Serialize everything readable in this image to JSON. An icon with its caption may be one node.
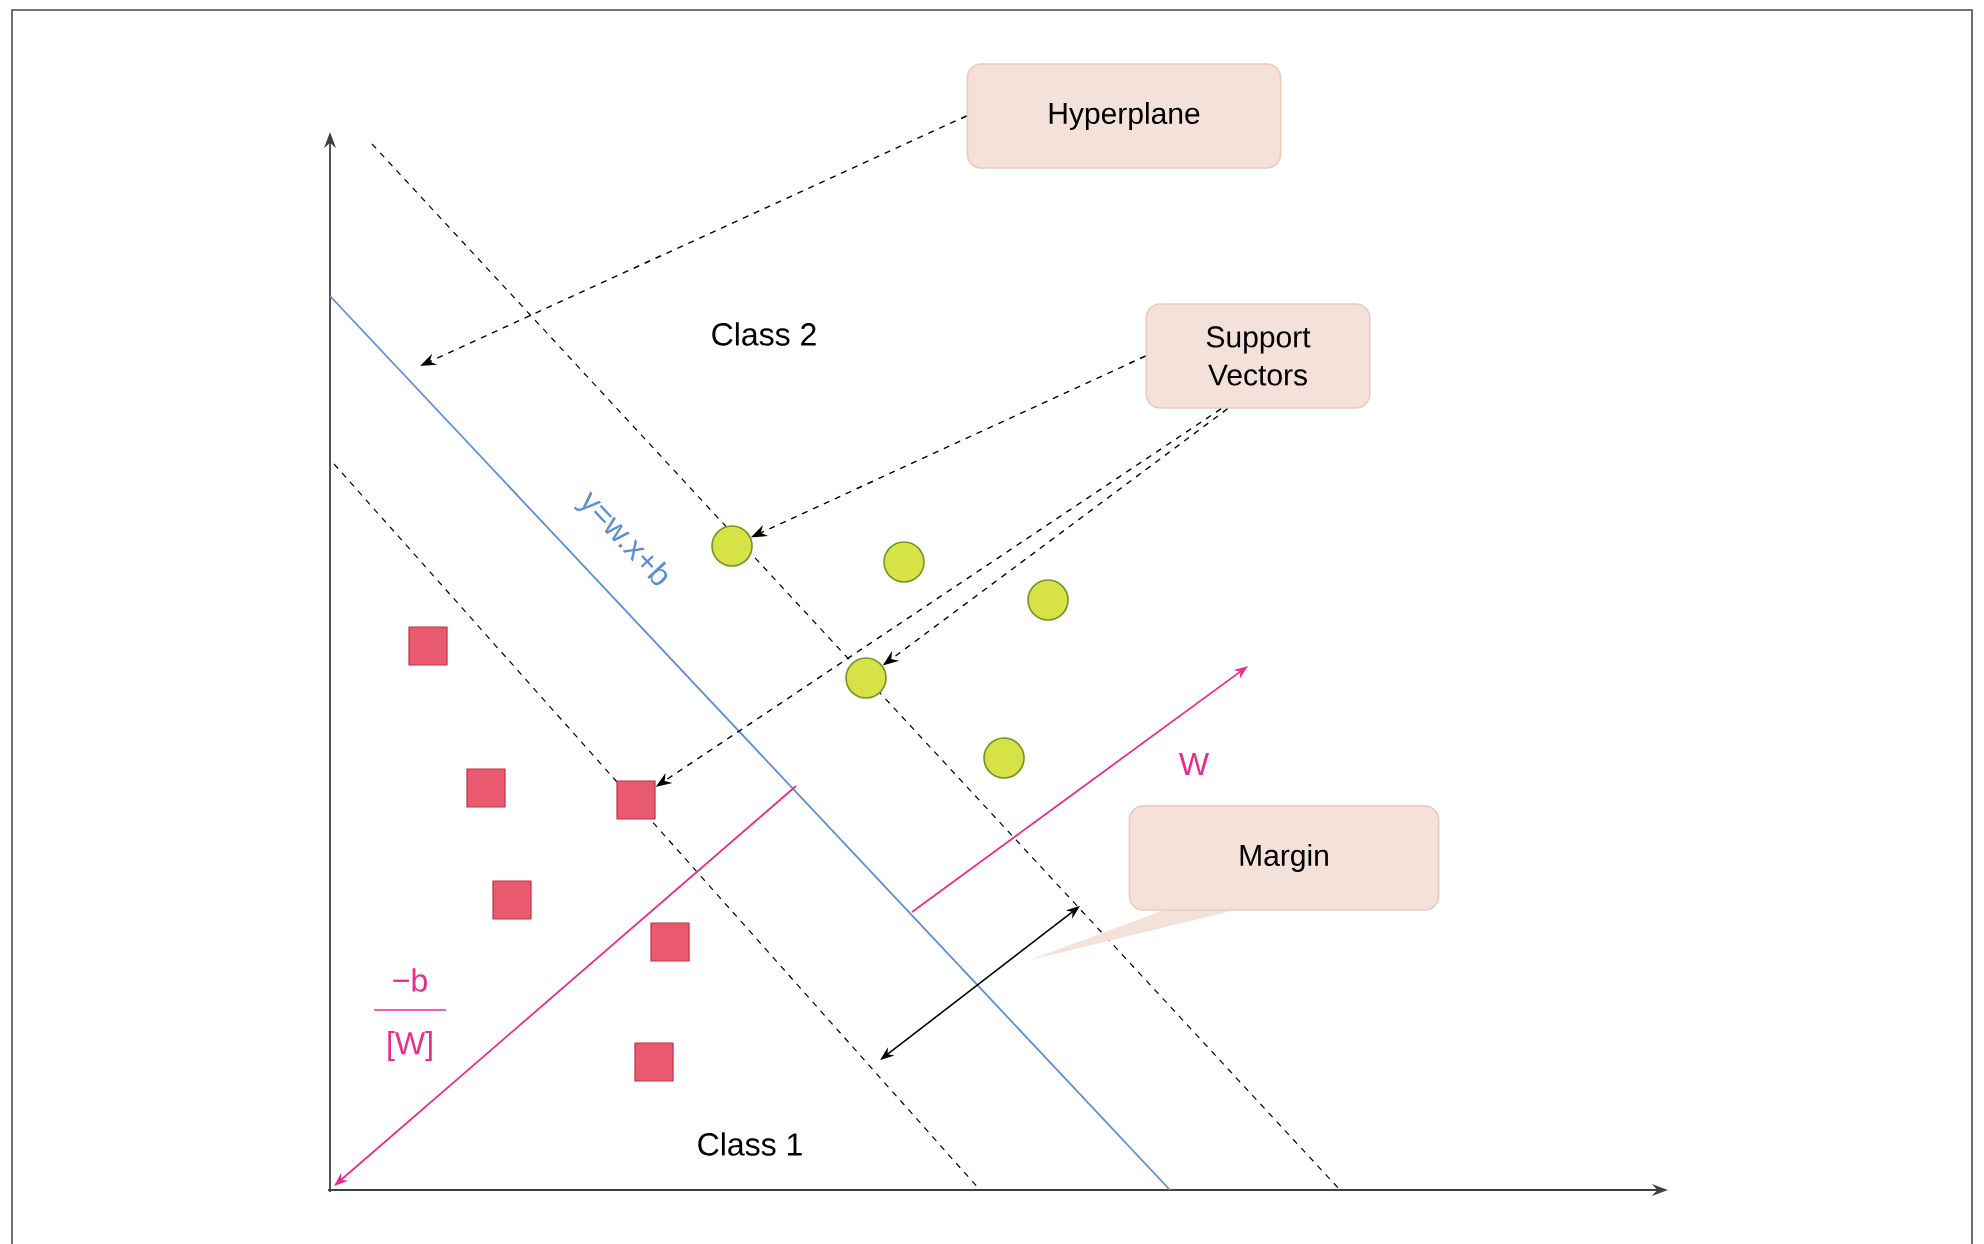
{
  "diagram": {
    "nodes": [
      {
        "text": [
          "Hyperplane"
        ]
      },
      {
        "text": [
          "Support Vectors"
        ]
      },
      {
        "text": [
          "Margin"
        ]
      },
      {
        "text": [],
        "shape": "box"
      },
      {
        "text": [],
        "shape": "box"
      },
      {
        "text": [],
        "shape": "box"
      },
      {
        "text": [],
        "shape": "box"
      },
      {
        "text": [],
        "shape": "box"
      },
      {
        "text": [],
        "shape": "box"
      },
      {
        "text": [],
        "shape": "circle"
      },
      {
        "text": [],
        "shape": "circle"
      },
      {
        "text": [],
        "shape": "circle"
      },
      {
        "text": [],
        "shape": "circle"
      },
      {
        "text": [],
        "shape": "circle"
      }
    ],
    "edges": [
      {
        "from": 0,
        "to": null,
        "arrow": "to",
        "style": "dashed"
      },
      {
        "from": 1,
        "to": 9,
        "arrow": "to",
        "style": "dashed"
      },
      {
        "from": 1,
        "to": 10,
        "arrow": "to",
        "style": "dashed"
      },
      {
        "from": 1,
        "to": 6,
        "arrow": "to",
        "style": "dashed"
      }
    ],
    "labels": [
      "Class 2",
      "y=w.x+b",
      "W",
      "−b",
      "[W]",
      "Class 1"
    ]
  }
}
